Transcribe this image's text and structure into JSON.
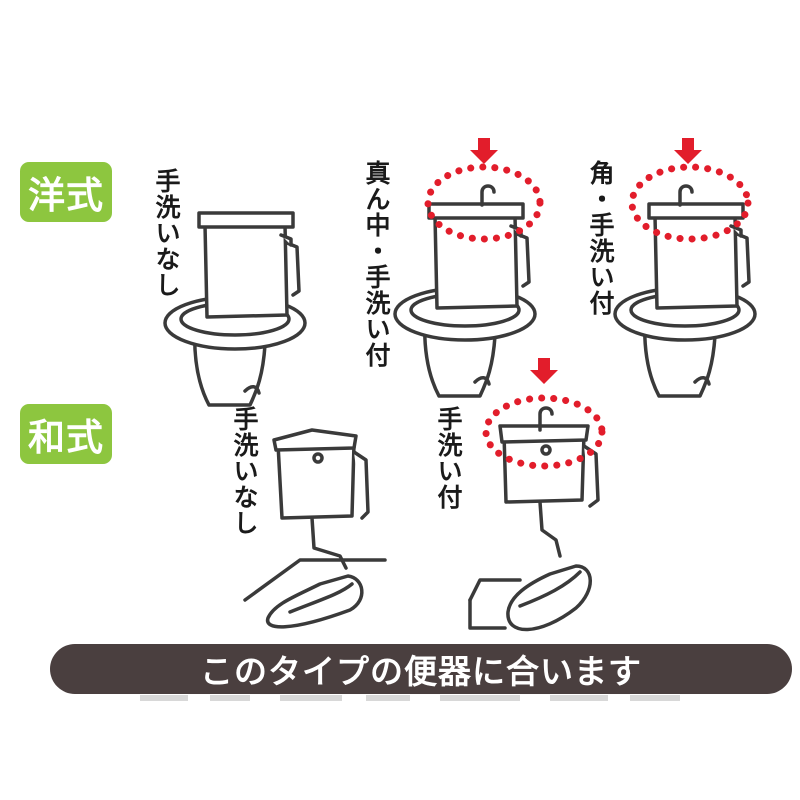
{
  "colors": {
    "badge_green": "#8dc63f",
    "banner_bg": "#4a3f3f",
    "highlight_red": "#e21d2b",
    "outline": "#3a3a3a"
  },
  "western": {
    "badge": "洋式",
    "items": [
      {
        "label": "手洗いなし"
      },
      {
        "label": "真ん中・手洗い付"
      },
      {
        "label": "角・手洗い付"
      }
    ]
  },
  "japanese": {
    "badge": "和式",
    "items": [
      {
        "label": "手洗いなし"
      },
      {
        "label": "手洗い付"
      }
    ]
  },
  "banner": {
    "text": "このタイプの便器に合います"
  }
}
